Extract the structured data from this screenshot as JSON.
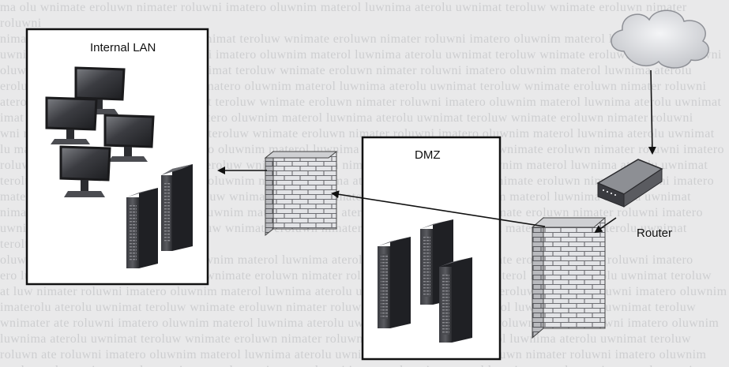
{
  "zones": {
    "internal_lan": "Internal LAN",
    "dmz": "DMZ"
  },
  "devices": {
    "router": "Router"
  },
  "colors": {
    "background": "#e9e9ea",
    "zone_border": "#111111",
    "zone_fill": "#ffffff",
    "arrow": "#111111",
    "firewall_brick": "#dfe0e3",
    "server": "#2f3034"
  }
}
